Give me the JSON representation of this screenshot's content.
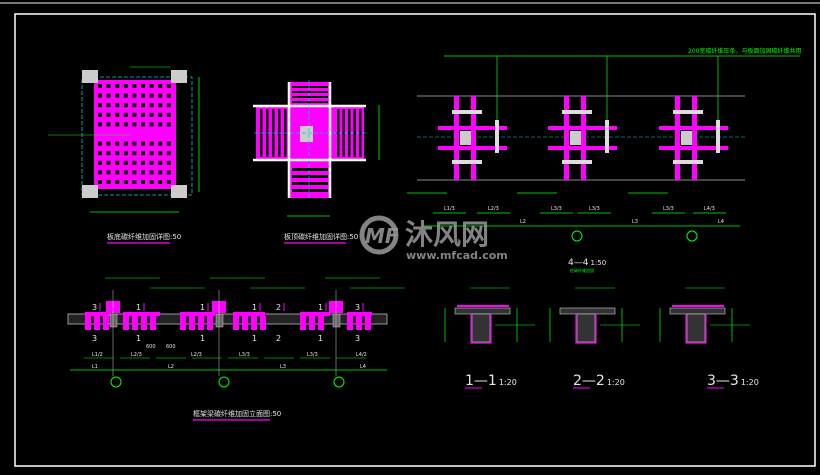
{
  "colors": {
    "background": "#000000",
    "reinforcement": "#ff00ff",
    "dimension": "#00ff00",
    "axis": "#00cccc",
    "concrete": "#d0d0d0",
    "frame": "#ffffff"
  },
  "drawings": {
    "plate_bottom": {
      "title": "板底碳纤维加固详图",
      "scale": ":50"
    },
    "plate_top": {
      "title": "板顶碳纤维加固详图",
      "scale": ":50"
    },
    "section_44": {
      "title": "4—4",
      "scale": "1:50",
      "subtitle": "柱碳纤维加固",
      "note": "200宽碳纤维压条，与板面加固碳纤维共用",
      "dims": [
        "L1/3",
        "L2/3",
        "L3/3",
        "L3/3",
        "L3/3",
        "L4/3"
      ],
      "spans": [
        "L2",
        "L3",
        "L4"
      ]
    },
    "beam_elevation": {
      "title": "框架梁碳纤维加固立面图",
      "scale": ":50",
      "section_marks": [
        "3",
        "1",
        "1",
        "1",
        "2",
        "1",
        "3"
      ],
      "dims": [
        "L1/2",
        "L2/3",
        "L2/3",
        "L3/3",
        "L3/3",
        "L4/2"
      ],
      "spans": [
        "L1",
        "L2",
        "L3",
        "L4"
      ],
      "spacing": [
        "600",
        "600"
      ]
    },
    "section_11": {
      "title": "1—1",
      "scale": "1:20"
    },
    "section_22": {
      "title": "2—2",
      "scale": "1:20"
    },
    "section_33": {
      "title": "3—3",
      "scale": "1:20"
    }
  },
  "watermark": {
    "name": "沐风网",
    "url": "www.mfcad.com",
    "logo": "MF"
  }
}
